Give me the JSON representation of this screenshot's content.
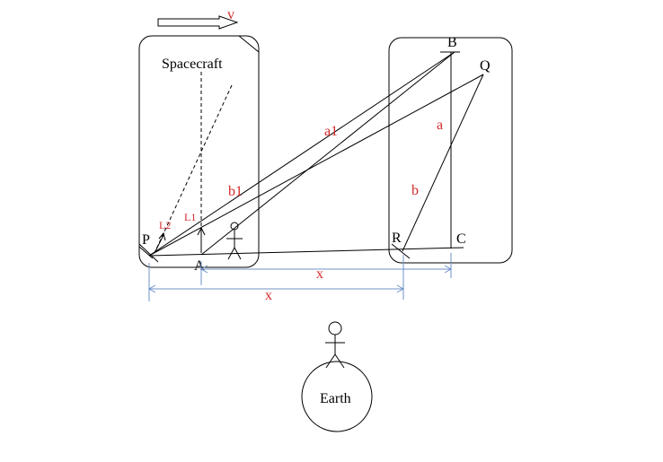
{
  "labels": {
    "velocity": "v",
    "spacecraft": "Spacecraft",
    "earth": "Earth",
    "point_p": "P",
    "point_a": "A",
    "point_b": "B",
    "point_q": "Q",
    "point_r": "R",
    "point_c": "C",
    "segment_a1": "a1",
    "segment_b1": "b1",
    "segment_a": "a",
    "segment_b": "b",
    "l1": "L1",
    "l2": "L2",
    "distance_upper": "x",
    "distance_lower": "x"
  },
  "colors": {
    "ink": "#000000",
    "label_red": "#d42a2a",
    "dimension_blue": "#6f90c8"
  }
}
